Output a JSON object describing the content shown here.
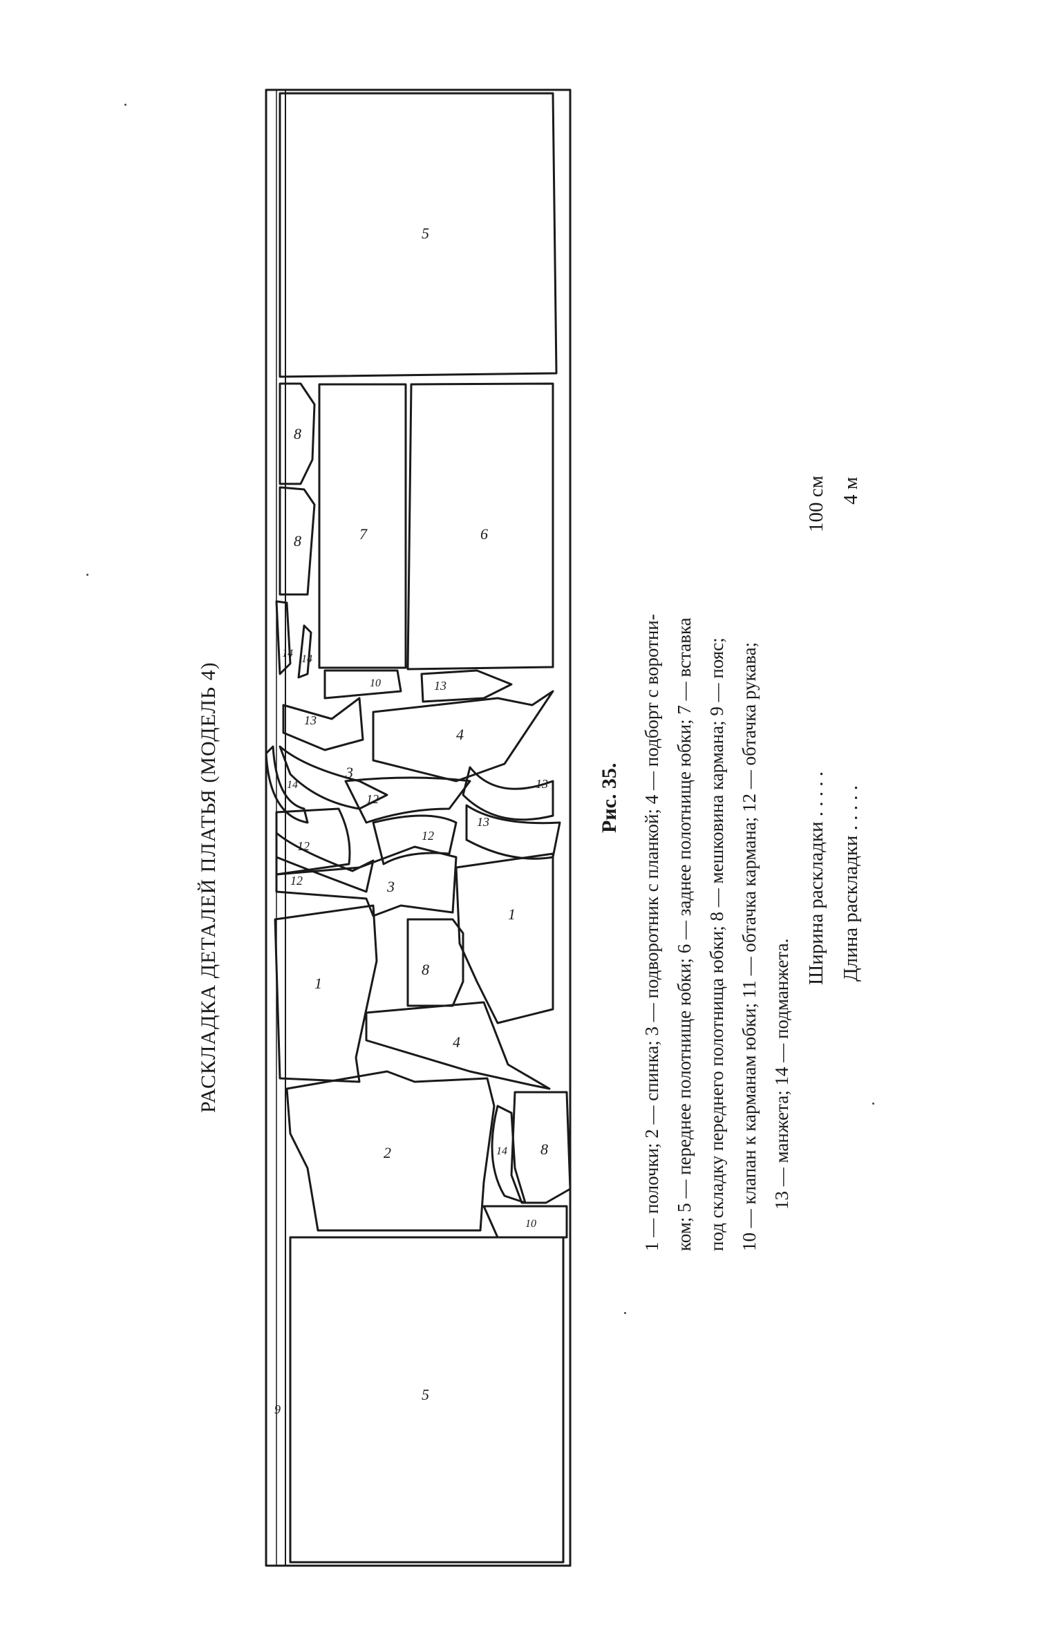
{
  "page": {
    "title": "РАСКЛАДКА ДЕТАЛЕЙ ПЛАТЬЯ (МОДЕЛЬ 4)",
    "figure_caption": "Рис. 35.",
    "legend_lines": [
      "1 — полочки; 2 — спинка; 3 — подворотник с планкой; 4 — подборт с воротни-",
      "ком; 5 — переднее полотнище юбки; 6 — заднее полотнище юбки; 7 — вставка",
      "под складку переднего полотнища юбки; 8 — мешковина кармана; 9 — пояс;",
      "10 — клапан к карманам юбки; 11 — обтачка кармана; 12 — обтачка рукава;",
      "13 — манжета; 14 — подманжета."
    ],
    "width_label": "Ширина раскладки . . . . .",
    "width_value": "100 см",
    "length_label": "Длина раскладки . . . . .",
    "length_value": "4 м"
  },
  "pieces": {
    "p5_top": "5",
    "p8_a": "8",
    "p8_b": "8",
    "p7": "7",
    "p6": "6",
    "p14_a": "14",
    "p14_b": "14",
    "p10_a": "10",
    "p13_a": "13",
    "p13_b": "13",
    "p4_a": "4",
    "p3_a": "3",
    "p14_c": "14",
    "p12_a": "12",
    "p12_b": "12",
    "p13_c": "13",
    "p13_d": "13",
    "p12_c": "12",
    "p12_d": "12",
    "p3_b": "3",
    "p1_a": "1",
    "p8_c": "8",
    "p1_b": "1",
    "p4_b": "4",
    "p2": "2",
    "p14_d": "14",
    "p8_d": "8",
    "p10_b": "10",
    "p9": "9",
    "p5_bottom": "5"
  }
}
